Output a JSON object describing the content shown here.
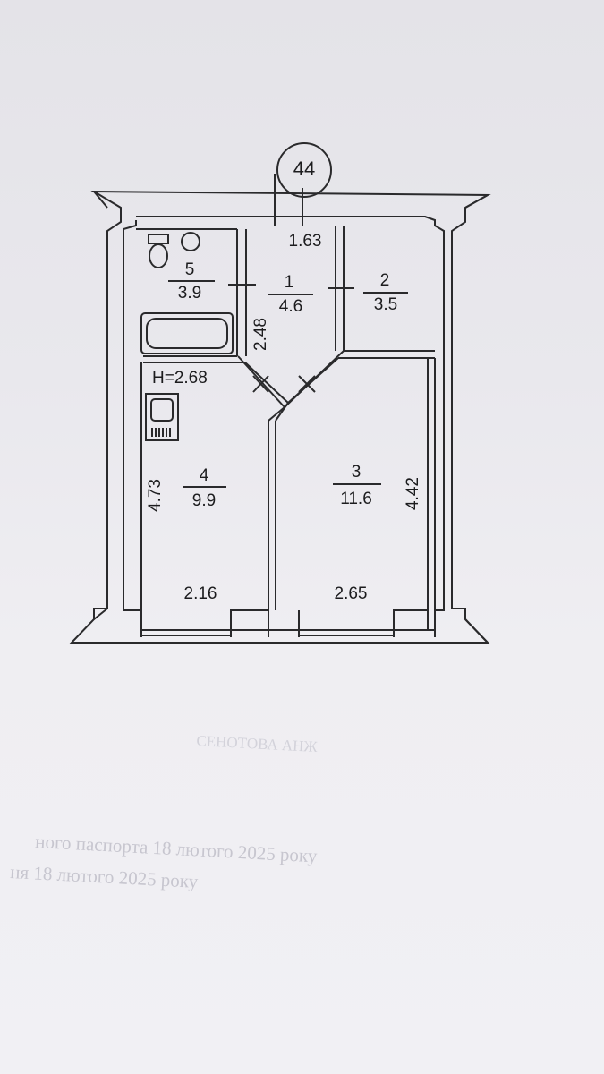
{
  "plan": {
    "apartment_number": "44",
    "ceiling_height": "H=2.68",
    "rooms": [
      {
        "id": "1",
        "area": "4.6"
      },
      {
        "id": "2",
        "area": "3.5"
      },
      {
        "id": "3",
        "area": "11.6"
      },
      {
        "id": "4",
        "area": "9.9"
      },
      {
        "id": "5",
        "area": "3.9"
      }
    ],
    "dimensions": {
      "hall_width": "1.63",
      "hall_length": "2.48",
      "room4_length": "4.73",
      "room3_length": "4.42",
      "room4_width": "2.16",
      "room3_width": "2.65"
    }
  },
  "background_text": {
    "line1": "ного паспорта 18 лютого 2025 року",
    "line2": "ня 18 лютого 2025 року",
    "signature_name": "СЕНОТОВА АНЖ"
  }
}
